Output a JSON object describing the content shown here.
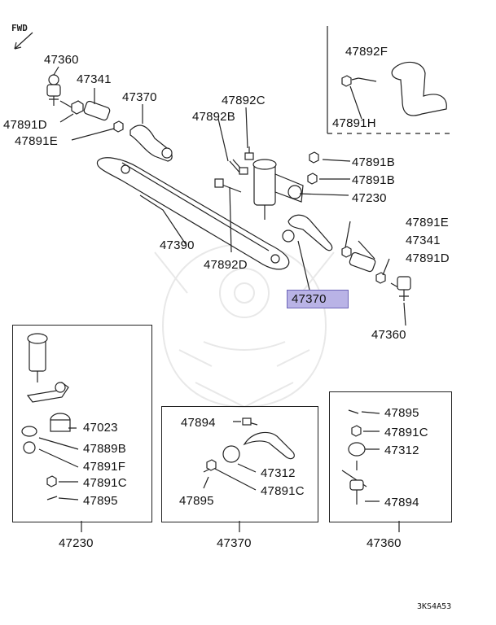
{
  "direction_label": "FWD",
  "diagram_code": "3KS4A53",
  "labels": {
    "a47360": "47360",
    "a47341": "47341",
    "a47370": "47370",
    "a47891d": "47891D",
    "a47891e": "47891E",
    "b47892c": "47892C",
    "b47892b": "47892B",
    "c47892f": "47892F",
    "c47891h": "47891H",
    "b47891b_1": "47891B",
    "b47891b_2": "47891B",
    "b47230": "47230",
    "d47891e": "47891E",
    "d47341": "47341",
    "d47891d": "47891D",
    "a47390": "47390",
    "b47892d": "47892D",
    "hl47370": "47370",
    "d47360": "47360"
  },
  "sub_boxes": [
    {
      "title": "47230",
      "items": [
        "47023",
        "47889B",
        "47891F",
        "47891C",
        "47895"
      ]
    },
    {
      "title": "47370",
      "items": [
        "47894",
        "47312",
        "47895",
        "47891C"
      ]
    },
    {
      "title": "47360",
      "items": [
        "47895",
        "47891C",
        "47312",
        "47894"
      ]
    }
  ],
  "highlight_color": "#b9b3e6"
}
